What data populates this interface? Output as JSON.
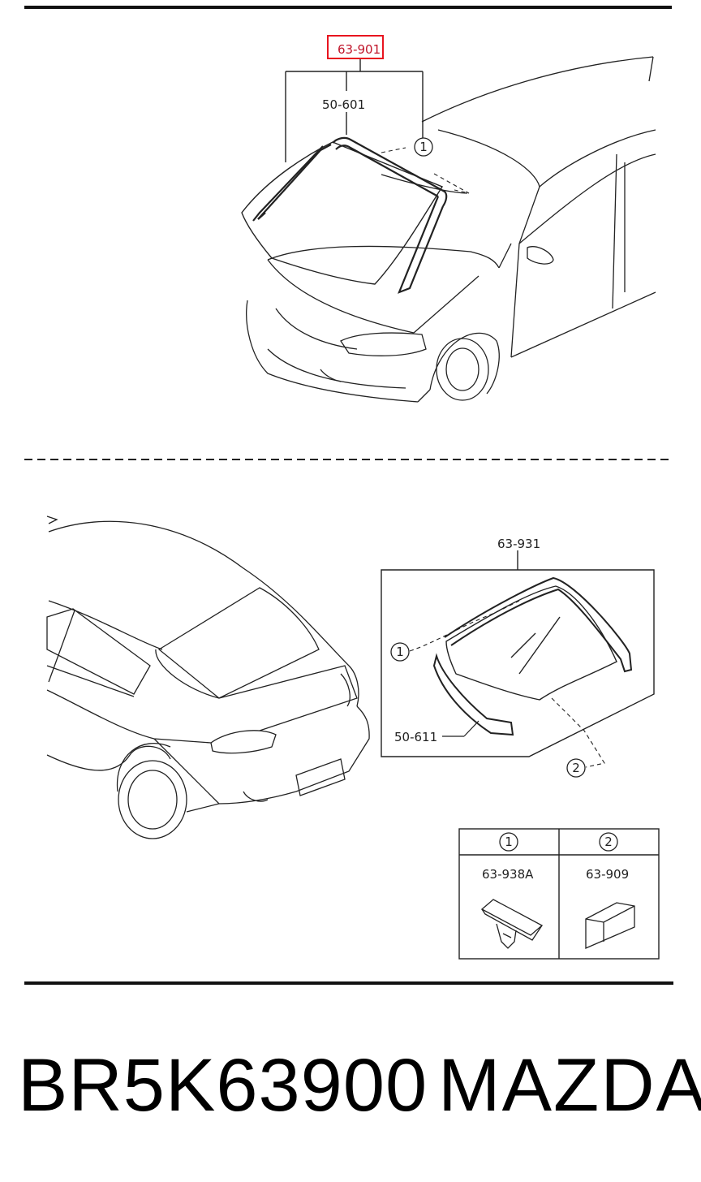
{
  "top_view": {
    "highlighted_part": "63-901",
    "windshield_glass": "50-601",
    "clip_ref": "1"
  },
  "rear_view": {
    "assembly_part": "63-931",
    "rear_glass": "50-611",
    "clip_ref_1": "1",
    "spacer_ref_2": "2"
  },
  "legend": {
    "col1_ref": "1",
    "col1_part": "63-938A",
    "col2_ref": "2",
    "col2_part": "63-909"
  },
  "footer": {
    "part_number": "BR5K63900",
    "brand": "MAZDA"
  },
  "colors": {
    "highlight": "#e8141f",
    "line": "#222222"
  }
}
